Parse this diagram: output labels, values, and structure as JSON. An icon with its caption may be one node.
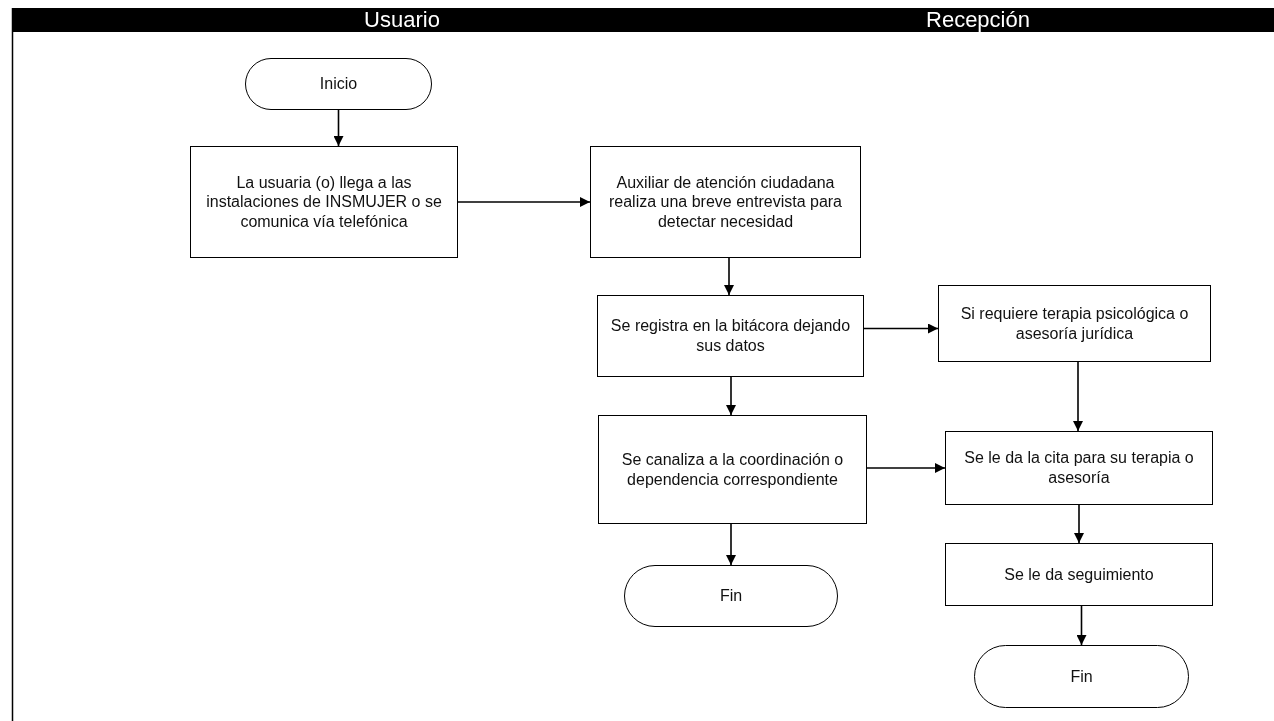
{
  "diagram": {
    "nodes": [
      {
        "text": [
          "Inicio"
        ]
      },
      {
        "text": [
          "La usuaria (o) llega a las instalaciones de INSMUJER o se comunica vía telefónica"
        ]
      },
      {
        "text": [
          "Auxiliar de atención ciudadana realiza una breve entrevista para detectar necesidad"
        ]
      },
      {
        "text": [
          "Se registra en la bitácora dejando sus datos"
        ]
      },
      {
        "text": [
          "Si requiere terapia psicológica o asesoría jurídica"
        ]
      },
      {
        "text": [
          "Se canaliza a la coordinación o dependencia correspondiente"
        ]
      },
      {
        "text": [
          "Se le da la cita para su terapia o asesoría"
        ]
      },
      {
        "text": [
          "Fin"
        ]
      },
      {
        "text": [
          "Se le da seguimiento"
        ]
      },
      {
        "text": [
          "Fin"
        ]
      }
    ],
    "edges": [
      {
        "from": 0,
        "to": 1,
        "arrow": "to"
      },
      {
        "from": 1,
        "to": 2,
        "arrow": "to"
      },
      {
        "from": 2,
        "to": 3,
        "arrow": "to"
      },
      {
        "from": 3,
        "to": 4,
        "arrow": "to"
      },
      {
        "from": 3,
        "to": 5,
        "arrow": "to"
      },
      {
        "from": 4,
        "to": 6,
        "arrow": "to"
      },
      {
        "from": 5,
        "to": 6,
        "arrow": "to"
      },
      {
        "from": 5,
        "to": 7,
        "arrow": "to"
      },
      {
        "from": 6,
        "to": 8,
        "arrow": "to"
      },
      {
        "from": 8,
        "to": 9,
        "arrow": "to"
      }
    ],
    "labels": [
      "Usuario",
      "Recepción"
    ]
  }
}
